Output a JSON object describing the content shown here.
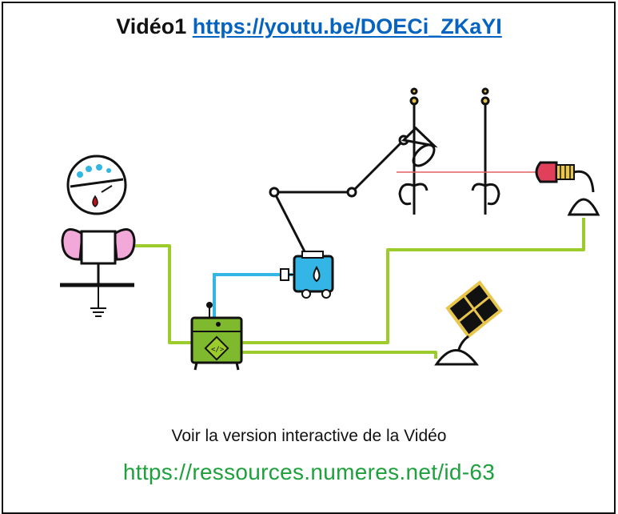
{
  "header": {
    "prefix": "Vidéo1",
    "video_link": "https://youtu.be/DOECi_ZKaYI"
  },
  "footer": {
    "caption": "Voir la version interactive de la Vidéo",
    "link": "https://ressources.numeres.net/id-63"
  },
  "illustration": {
    "wire_color": "#9ccc2c",
    "sensor_wire_color": "#33b5e5",
    "laser_color": "#e06060",
    "components": [
      "gauge-icon",
      "ears-sensor-icon",
      "ground-icon",
      "controller-box-icon",
      "robot-arm-icon",
      "lamp-icon",
      "water-pump-icon",
      "laser-posts-icon",
      "laser-receiver-icon",
      "solar-panel-icon"
    ]
  }
}
